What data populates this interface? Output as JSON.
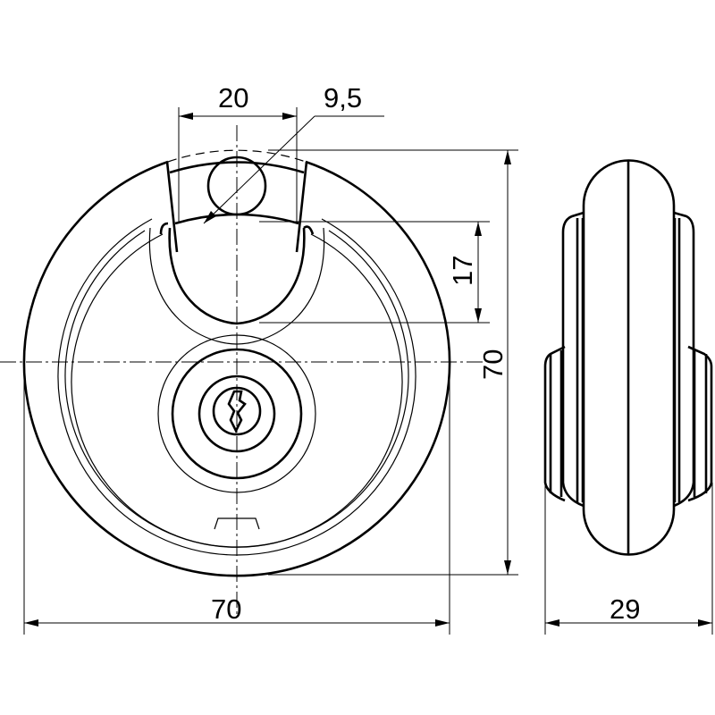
{
  "drawing": {
    "dimensions": {
      "shackle_width": "20",
      "shackle_diameter": "9,5",
      "shackle_clearance": "17",
      "body_height": "70",
      "body_width": "70",
      "body_thickness": "29"
    },
    "line_color": "#000000",
    "background": "#ffffff"
  }
}
